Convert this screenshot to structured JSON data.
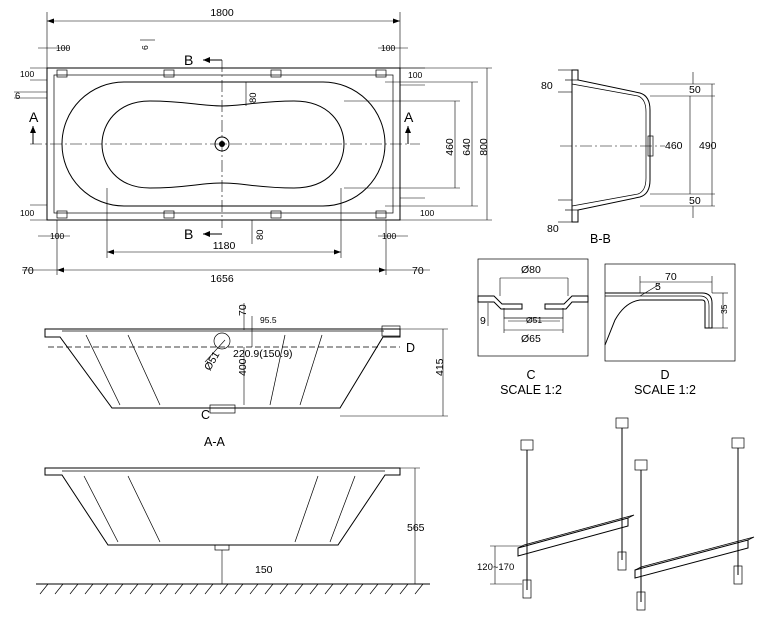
{
  "top_view": {
    "dims": {
      "overall_length": "1800",
      "side_offset_left_top": "100",
      "side_offset_right_top": "100",
      "rim_6_top": "6",
      "rim_6_left": "6",
      "left_100_a": "100",
      "left_100_b": "100",
      "right_100_a": "100",
      "right_100_b": "100",
      "bottom_left_100": "100",
      "bottom_right_100": "100",
      "waist_80_top": "80",
      "waist_80_bottom": "80",
      "inner_length": "1180",
      "base_length": "1656",
      "end_70_left": "70",
      "end_70_right": "70",
      "inner_width": "460",
      "mid_width": "640",
      "overall_width": "800"
    },
    "section_marks": {
      "b_top": "B",
      "b_bottom": "B",
      "a_left": "A",
      "a_right": "A"
    }
  },
  "section_bb": {
    "dims": {
      "top_80": "80",
      "bottom_80": "80",
      "top_50": "50",
      "bottom_50": "50",
      "inner": "460",
      "outer": "490"
    },
    "label": "B-B"
  },
  "detail_c": {
    "dims": {
      "outer_dia": "Ø80",
      "mid_dia": "Ø51",
      "inner_dia": "Ø65",
      "thickness": "9"
    },
    "title": "C",
    "scale": "SCALE 1:2"
  },
  "detail_d": {
    "dims": {
      "width": "70",
      "radius": "5",
      "height": "35"
    },
    "title": "D",
    "scale": "SCALE 1:2"
  },
  "section_aa": {
    "dims": {
      "rim": "70",
      "offset": "95.5",
      "drain_dia": "Ø51",
      "drain_pos": "220.9(150.9)",
      "depth_inner": "400",
      "depth_total": "415"
    },
    "detail_c_mark": "C",
    "detail_d_mark": "D",
    "label": "A-A"
  },
  "side_view": {
    "dims": {
      "height": "565",
      "clearance": "150"
    }
  },
  "legs": {
    "dims": {
      "adjust_range": "120~170"
    }
  }
}
